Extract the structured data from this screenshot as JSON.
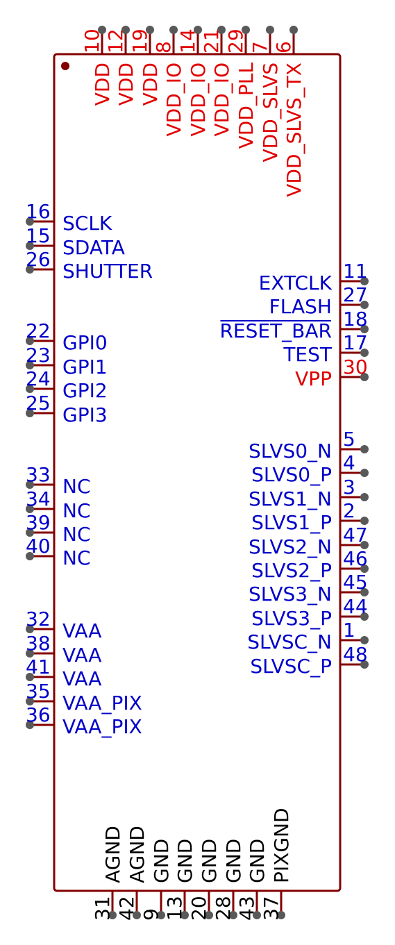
{
  "component": {
    "body_color": "#840000",
    "pin_color": "#840000",
    "name_color_signal": "#0000c8",
    "name_color_power": "#e10000",
    "name_color_ground": "#000000",
    "pin1_marker": true
  },
  "pins": {
    "top": [
      {
        "number": "10",
        "name": "VDD",
        "type": "power"
      },
      {
        "number": "12",
        "name": "VDD",
        "type": "power"
      },
      {
        "number": "19",
        "name": "VDD",
        "type": "power"
      },
      {
        "number": "8",
        "name": "VDD_IO",
        "type": "power"
      },
      {
        "number": "14",
        "name": "VDD_IO",
        "type": "power"
      },
      {
        "number": "21",
        "name": "VDD_IO",
        "type": "power"
      },
      {
        "number": "29",
        "name": "VDD_PLL",
        "type": "power"
      },
      {
        "number": "7",
        "name": "VDD_SLVS",
        "type": "power"
      },
      {
        "number": "6",
        "name": "VDD_SLVS_TX",
        "type": "power"
      }
    ],
    "left": [
      {
        "number": "16",
        "name": "SCLK",
        "type": "signal"
      },
      {
        "number": "15",
        "name": "SDATA",
        "type": "signal"
      },
      {
        "number": "26",
        "name": "SHUTTER",
        "type": "signal"
      },
      {
        "number": "22",
        "name": "GPI0",
        "type": "signal"
      },
      {
        "number": "23",
        "name": "GPI1",
        "type": "signal"
      },
      {
        "number": "24",
        "name": "GPI2",
        "type": "signal"
      },
      {
        "number": "25",
        "name": "GPI3",
        "type": "signal"
      },
      {
        "number": "33",
        "name": "NC",
        "type": "signal"
      },
      {
        "number": "34",
        "name": "NC",
        "type": "signal"
      },
      {
        "number": "39",
        "name": "NC",
        "type": "signal"
      },
      {
        "number": "40",
        "name": "NC",
        "type": "signal"
      },
      {
        "number": "32",
        "name": "VAA",
        "type": "signal"
      },
      {
        "number": "38",
        "name": "VAA",
        "type": "signal"
      },
      {
        "number": "41",
        "name": "VAA",
        "type": "signal"
      },
      {
        "number": "35",
        "name": "VAA_PIX",
        "type": "signal"
      },
      {
        "number": "36",
        "name": "VAA_PIX",
        "type": "signal"
      }
    ],
    "right": [
      {
        "number": "11",
        "name": "EXTCLK",
        "type": "signal"
      },
      {
        "number": "27",
        "name": "FLASH",
        "type": "signal"
      },
      {
        "number": "18",
        "name": "RESET_BAR",
        "type": "signal",
        "overline": true
      },
      {
        "number": "17",
        "name": "TEST",
        "type": "signal"
      },
      {
        "number": "30",
        "name": "VPP",
        "type": "power"
      },
      {
        "number": "5",
        "name": "SLVS0_N",
        "type": "signal"
      },
      {
        "number": "4",
        "name": "SLVS0_P",
        "type": "signal"
      },
      {
        "number": "3",
        "name": "SLVS1_N",
        "type": "signal"
      },
      {
        "number": "2",
        "name": "SLVS1_P",
        "type": "signal"
      },
      {
        "number": "47",
        "name": "SLVS2_N",
        "type": "signal"
      },
      {
        "number": "46",
        "name": "SLVS2_P",
        "type": "signal"
      },
      {
        "number": "45",
        "name": "SLVS3_N",
        "type": "signal"
      },
      {
        "number": "44",
        "name": "SLVS3_P",
        "type": "signal"
      },
      {
        "number": "1",
        "name": "SLVSC_N",
        "type": "signal"
      },
      {
        "number": "48",
        "name": "SLVSC_P",
        "type": "signal"
      }
    ],
    "bottom": [
      {
        "number": "31",
        "name": "AGND",
        "type": "ground"
      },
      {
        "number": "42",
        "name": "AGND",
        "type": "ground"
      },
      {
        "number": "9",
        "name": "GND",
        "type": "ground"
      },
      {
        "number": "13",
        "name": "GND",
        "type": "ground"
      },
      {
        "number": "20",
        "name": "GND",
        "type": "ground"
      },
      {
        "number": "28",
        "name": "GND",
        "type": "ground"
      },
      {
        "number": "43",
        "name": "GND",
        "type": "ground"
      },
      {
        "number": "37",
        "name": "PIXGND",
        "type": "ground"
      }
    ]
  }
}
